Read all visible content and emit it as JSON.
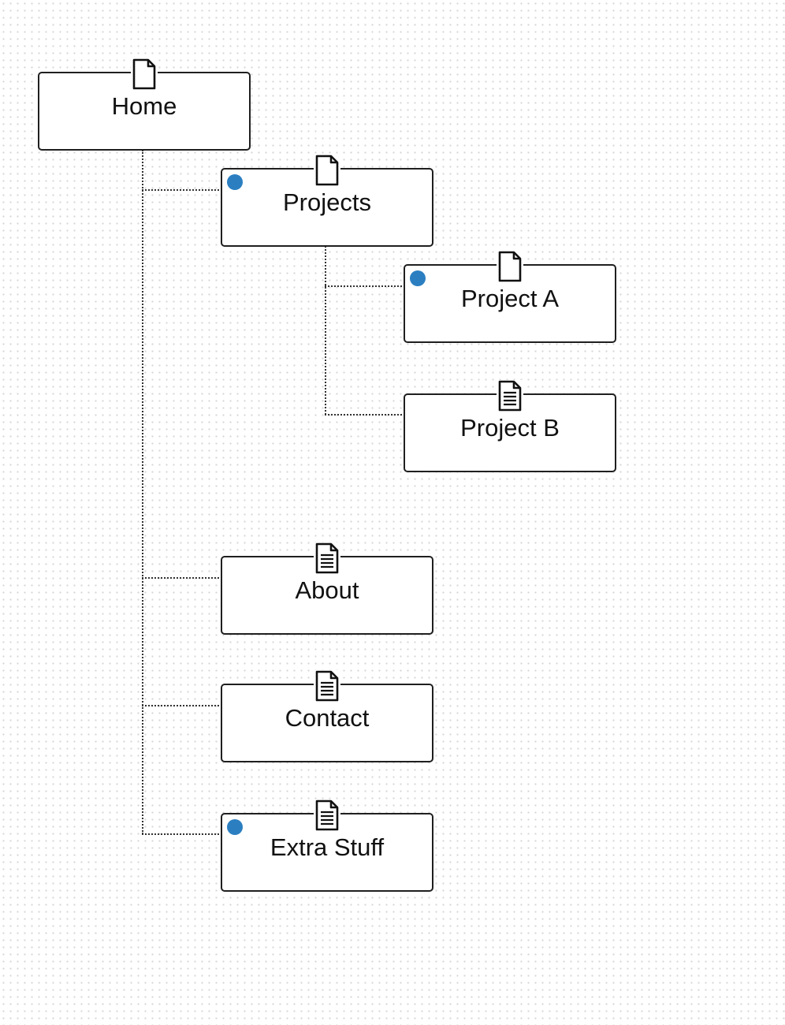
{
  "sitemap": {
    "accent_color": "#2b7fc1",
    "nodes": [
      {
        "id": "home",
        "label": "Home",
        "icon": "blank-page-icon",
        "marked": false
      },
      {
        "id": "projects",
        "label": "Projects",
        "icon": "blank-page-icon",
        "marked": true
      },
      {
        "id": "project-a",
        "label": "Project A",
        "icon": "blank-page-icon",
        "marked": true
      },
      {
        "id": "project-b",
        "label": "Project B",
        "icon": "text-page-icon",
        "marked": false
      },
      {
        "id": "about",
        "label": "About",
        "icon": "text-page-icon",
        "marked": false
      },
      {
        "id": "contact",
        "label": "Contact",
        "icon": "text-page-icon",
        "marked": false
      },
      {
        "id": "extra-stuff",
        "label": "Extra Stuff",
        "icon": "text-page-icon",
        "marked": true
      }
    ]
  }
}
